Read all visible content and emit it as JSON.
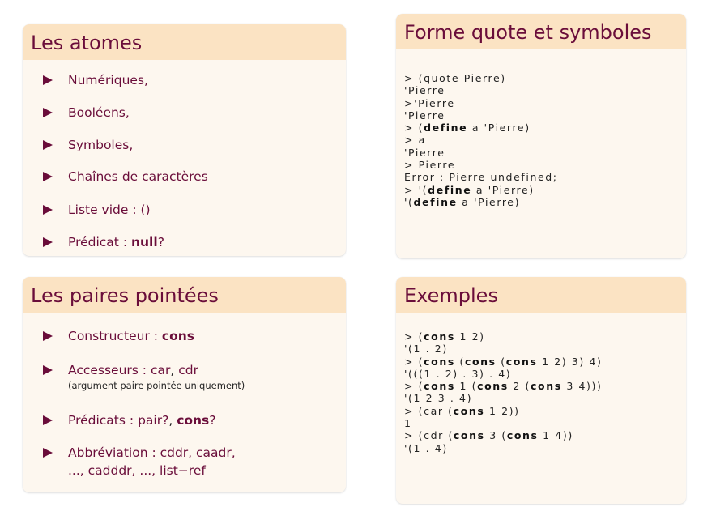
{
  "atomes": {
    "title": "Les atomes",
    "items": [
      "Numériques,",
      "Booléens,",
      "Symboles,",
      "Chaînes de caractères"
    ],
    "liste_vide": {
      "label": "Liste vide :",
      "value": "()"
    },
    "predicat": {
      "label": "Prédicat :",
      "kw": "null",
      "suffix": "?"
    }
  },
  "paires": {
    "title": "Les paires pointées",
    "constructeur": {
      "label": "Constructeur :",
      "kw": "cons"
    },
    "accesseurs": {
      "label": "Accesseurs :",
      "car": "car",
      "sep": ",",
      "cdr": "cdr",
      "note": "(argument paire pointée uniquement)"
    },
    "predicats": {
      "label": "Prédicats :",
      "pair": "pair?",
      "sep": ",",
      "cons": "cons",
      "suffix": "?"
    },
    "abbrev": {
      "label": "Abbréviation :",
      "line1": "cddr, caadr,",
      "line2": "..., cadddr, ..., list−ref"
    }
  },
  "quote": {
    "title": "Forme quote et symboles",
    "lines": [
      [
        [
          "> (quote Pierre)",
          false
        ]
      ],
      [
        [
          "'Pierre",
          false
        ]
      ],
      [
        [
          ">'Pierre",
          false
        ]
      ],
      [
        [
          "'Pierre",
          false
        ]
      ],
      [
        [
          "> (",
          false
        ],
        [
          "define",
          true
        ],
        [
          " a 'Pierre)",
          false
        ]
      ],
      [
        [
          "> a",
          false
        ]
      ],
      [
        [
          "'Pierre",
          false
        ]
      ],
      [
        [
          "> Pierre",
          false
        ]
      ],
      [
        [
          "Error : Pierre undefined;",
          false
        ]
      ],
      [
        [
          "> '(",
          false
        ],
        [
          "define",
          true
        ],
        [
          " a 'Pierre)",
          false
        ]
      ],
      [
        [
          "'(",
          false
        ],
        [
          "define",
          true
        ],
        [
          " a 'Pierre)",
          false
        ]
      ]
    ]
  },
  "exemples": {
    "title": "Exemples",
    "lines": [
      [
        [
          "> (",
          false
        ],
        [
          "cons",
          true
        ],
        [
          " 1 2)",
          false
        ]
      ],
      [
        [
          "'(1 . 2)",
          false
        ]
      ],
      [
        [
          "> (",
          false
        ],
        [
          "cons",
          true
        ],
        [
          " (",
          false
        ],
        [
          "cons",
          true
        ],
        [
          " (",
          false
        ],
        [
          "cons",
          true
        ],
        [
          " 1 2) 3) 4)",
          false
        ]
      ],
      [
        [
          "'(((1 . 2) . 3) . 4)",
          false
        ]
      ],
      [
        [
          "> (",
          false
        ],
        [
          "cons",
          true
        ],
        [
          " 1 (",
          false
        ],
        [
          "cons",
          true
        ],
        [
          " 2 (",
          false
        ],
        [
          "cons",
          true
        ],
        [
          " 3 4)))",
          false
        ]
      ],
      [
        [
          "'(1 2 3 . 4)",
          false
        ]
      ],
      [
        [
          "> (car (",
          false
        ],
        [
          "cons",
          true
        ],
        [
          " 1 2))",
          false
        ]
      ],
      [
        [
          "1",
          false
        ]
      ],
      [
        [
          "> (cdr (",
          false
        ],
        [
          "cons",
          true
        ],
        [
          " 3 (",
          false
        ],
        [
          "cons",
          true
        ],
        [
          " 1 4))",
          false
        ]
      ],
      [
        [
          "'(1 . 4)",
          false
        ]
      ]
    ]
  }
}
